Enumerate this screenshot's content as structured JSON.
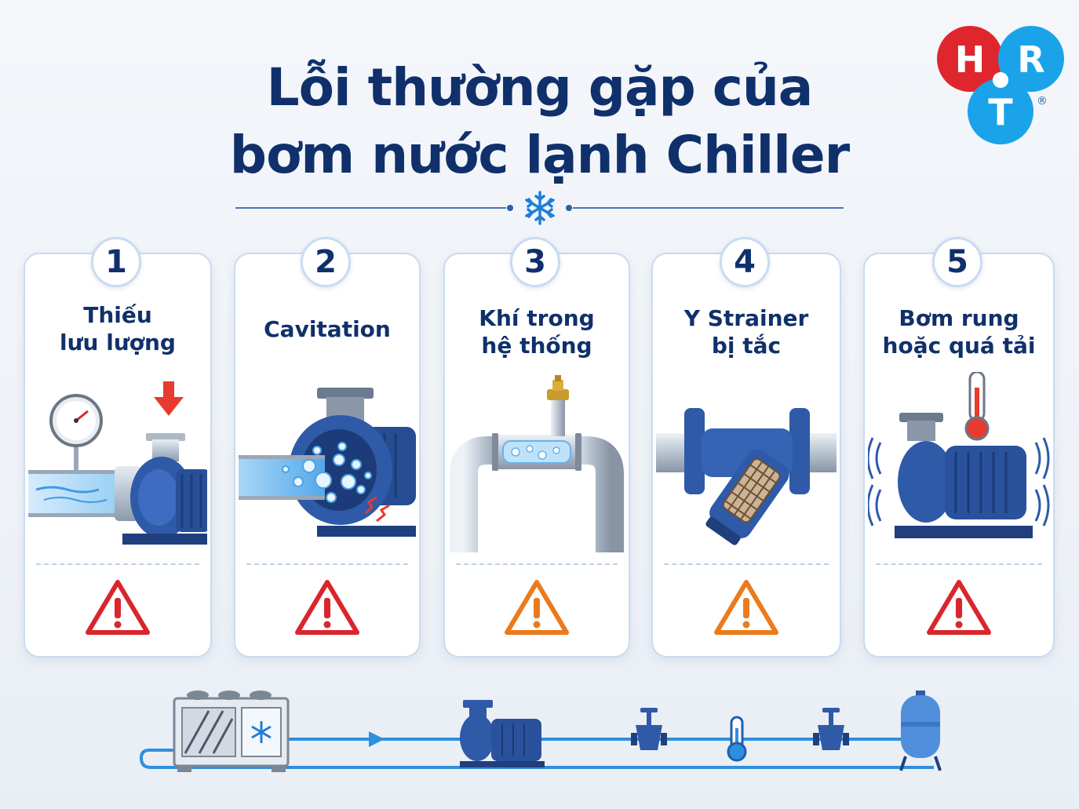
{
  "title": {
    "line1": "Lỗi thường gặp của",
    "line2": "bơm nước lạnh Chiller"
  },
  "logo": {
    "letters": [
      "H",
      "R",
      "T"
    ],
    "registered": "®"
  },
  "colors": {
    "navy": "#10306b",
    "red_warning": "#d9262c",
    "orange_warning": "#ec7a1c",
    "pump_blue": "#2e5aa8",
    "logo_red": "#e0262d",
    "logo_blue": "#1aa3e8"
  },
  "divider_icon": "snowflake-icon",
  "cards": [
    {
      "number": "1",
      "label": "Thiếu\nlưu lượng",
      "illustration": "pump-low-flow",
      "warning_color": "red"
    },
    {
      "number": "2",
      "label": "Cavitation",
      "illustration": "pump-cavitation-bubbles",
      "warning_color": "red"
    },
    {
      "number": "3",
      "label": "Khí trong\nhệ thống",
      "illustration": "pipe-air-vent",
      "warning_color": "orange"
    },
    {
      "number": "4",
      "label": "Y Strainer\nbị tắc",
      "illustration": "y-strainer-clogged",
      "warning_color": "orange"
    },
    {
      "number": "5",
      "label": "Bơm rung\nhoặc quá tải",
      "illustration": "pump-vibration-overheat",
      "warning_color": "red"
    }
  ],
  "flow_diagram": [
    "chiller-unit-icon",
    "pump-icon",
    "valve-icon",
    "thermometer-icon",
    "valve-icon",
    "expansion-tank-icon"
  ]
}
